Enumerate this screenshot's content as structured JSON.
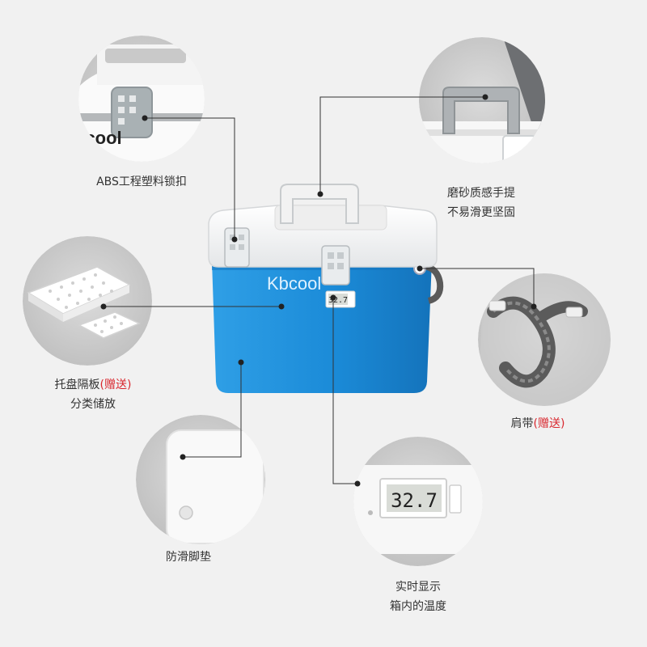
{
  "colors": {
    "background": "#f1f1f1",
    "body_blue": "#1e8fda",
    "lid_white": "#f7f7f7",
    "latch_gray": "#a9b1b4",
    "accent_red": "#d9272e",
    "text": "#333333"
  },
  "product": {
    "brand": "Kbcool",
    "thermometer_reading": "32.7"
  },
  "callouts": {
    "latch": {
      "line1": "ABS工程塑料锁扣"
    },
    "handle": {
      "line1": "磨砂质感手提",
      "line2": "不易滑更坚固"
    },
    "tray": {
      "line1": "托盘隔板",
      "line1_red": "(赠送)",
      "line2": "分类储放"
    },
    "strap": {
      "line1": "肩带",
      "line1_red": "(赠送)"
    },
    "feet": {
      "line1": "防滑脚垫"
    },
    "thermometer": {
      "line1": "实时显示",
      "line2": "箱内的温度"
    }
  }
}
